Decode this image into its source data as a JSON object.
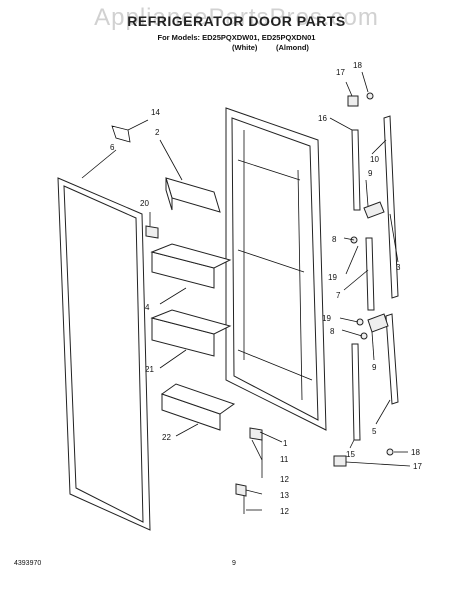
{
  "header": {
    "watermark": "AppliancePartsPros.com",
    "title": "REFRIGERATOR DOOR PARTS",
    "models": "For Models: ED25PQXDW01, ED25PQXDN01",
    "variant_white": "(White)",
    "variant_almond": "(Almond)"
  },
  "footer": {
    "doc_number": "4393970",
    "page_number": "9"
  },
  "callouts": [
    "14",
    "2",
    "6",
    "20",
    "4",
    "21",
    "22",
    "17",
    "18",
    "16",
    "10",
    "9",
    "8",
    "19",
    "7",
    "3",
    "19",
    "8",
    "9",
    "5",
    "15",
    "1",
    "11",
    "12",
    "13",
    "12",
    "18",
    "17"
  ]
}
